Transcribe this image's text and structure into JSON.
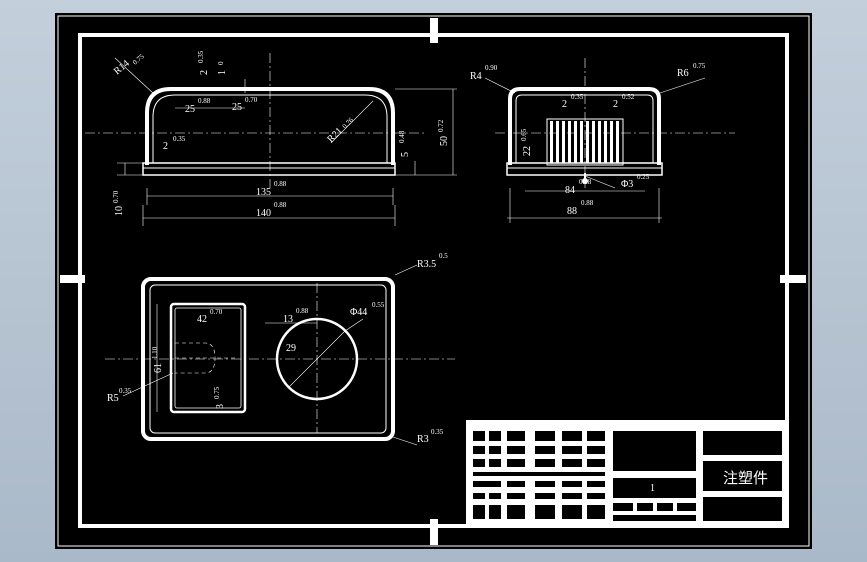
{
  "colors": {
    "sheet": "#000000",
    "lines": "#ffffff",
    "viewport": "#b7c4d2"
  },
  "front_view": {
    "r_top": "R14",
    "r_top_tol": "0.75",
    "d_2_top": "2",
    "d_2_top_tol": "0.35",
    "d_1": "1",
    "d_1_tol": "0",
    "d_25": "25",
    "d_25_tol": "0.88",
    "d_25b": "25",
    "d_25b_tol": "0.70",
    "r_inner": "R21",
    "r_inner_tol": "0.76",
    "d_2_side": "2",
    "d_2_side_tol": "0.35",
    "d_5": "5",
    "d_5_tol": "0.48",
    "d_50": "50",
    "d_50_tol": "0.72",
    "d_135": "135",
    "d_135_tol": "0.88",
    "d_10": "10",
    "d_10_tol": "0.70",
    "d_140": "140",
    "d_140_tol": "0.88"
  },
  "side_view": {
    "r_left": "R4",
    "r_left_tol": "0.90",
    "r_right": "R6",
    "r_right_tol": "0.75",
    "d_2a": "2",
    "d_2a_tol": "0.35",
    "d_2b": "2",
    "d_2b_tol": "0.52",
    "d_22": "22",
    "d_22_tol": "0.65",
    "d_84": "84",
    "d_84_tol": "0.88",
    "d_phi3": "Φ3",
    "d_phi3_tol": "0.25",
    "d_88": "88",
    "d_88_tol": "0.88"
  },
  "top_view": {
    "r_corner": "R3.5",
    "r_corner_tol": "0.5",
    "d_42": "42",
    "d_42_tol": "0.70",
    "d_13": "13",
    "d_13_tol": "0.88",
    "d_phi44": "Φ44",
    "d_phi44_tol": "0.55",
    "d_29": "29",
    "d_61": "61",
    "d_61_tol": "1.10",
    "r_5": "R5",
    "r_5_tol": "0.35",
    "d_3": "3",
    "d_3_tol": "0.75",
    "r_3": "R3",
    "r_3_tol": "0.35"
  },
  "title_block": {
    "part_name": "注塑件",
    "scale": "1"
  }
}
